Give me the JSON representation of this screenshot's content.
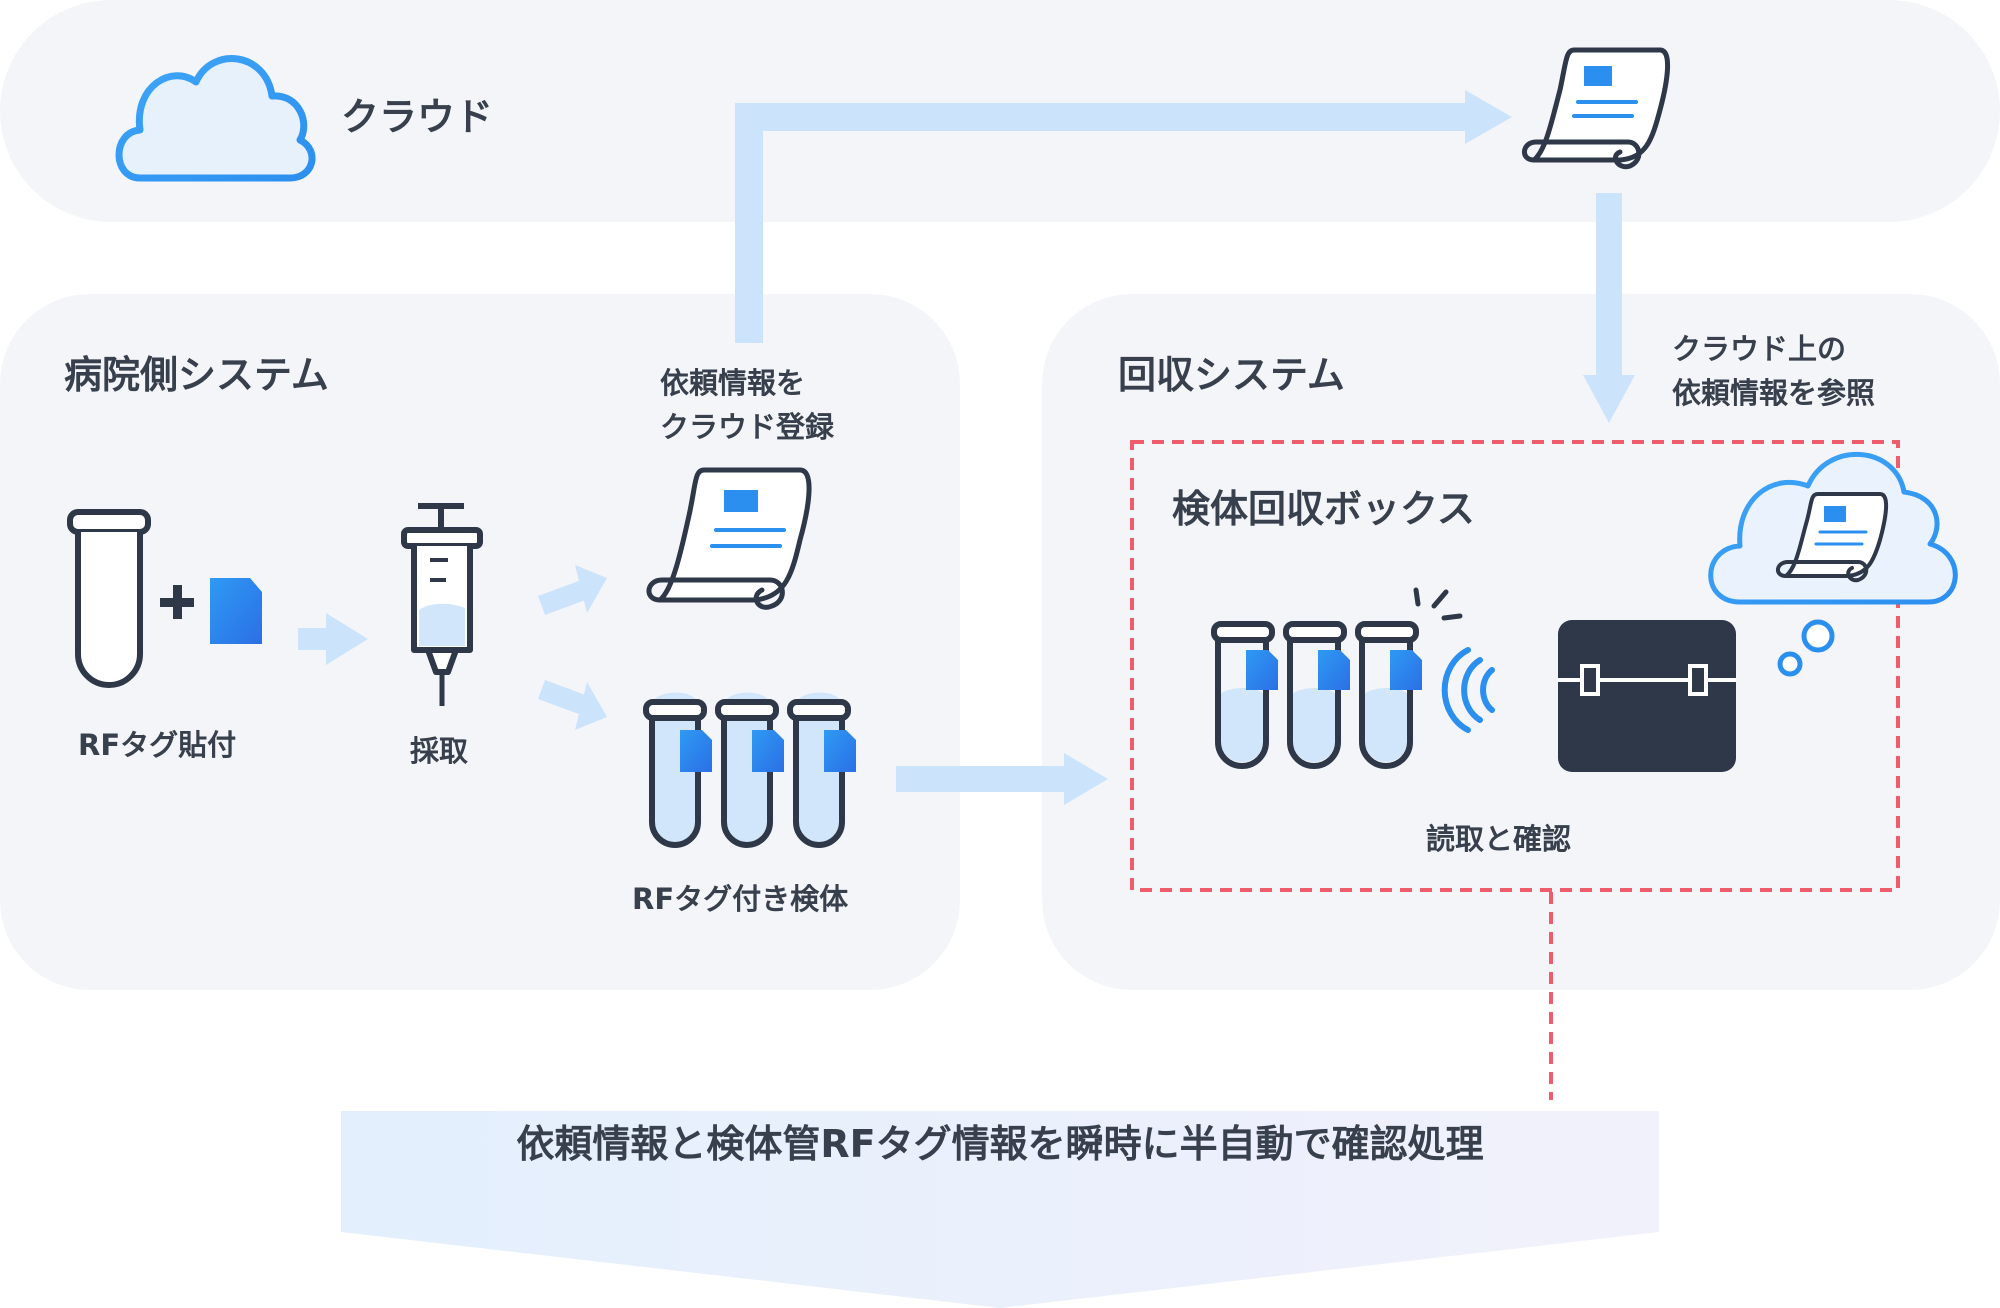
{
  "zones": {
    "cloud": "クラウド",
    "hospital": "病院側システム",
    "collection": "回収システム",
    "box": "検体回収ボックス"
  },
  "steps": {
    "rf_tag": "RFタグ貼付",
    "sampling": "採取",
    "register": "依頼情報を\nクラウド登録",
    "tagged_specimens": "RFタグ付き検体",
    "read_confirm": "読取と確認",
    "cloud_reference": "クラウド上の\n依頼情報を参照"
  },
  "result_banner": "依頼情報と検体管RFタグ情報を瞬時に半自動で確認処理",
  "colors": {
    "panel": "#f4f5f8",
    "arrow": "#cce4fb",
    "outline": "#2e3848",
    "accent_blue": "#2b8ff0",
    "dashed_red": "#ef5d6c",
    "liquid": "#d2e6fb"
  },
  "icons": [
    "cloud-icon",
    "document-scroll-icon",
    "test-tube-icon",
    "rf-tag-icon",
    "plus-icon",
    "syringe-icon",
    "wireless-signal-icon",
    "reader-box-icon",
    "thought-bubble-icon"
  ]
}
